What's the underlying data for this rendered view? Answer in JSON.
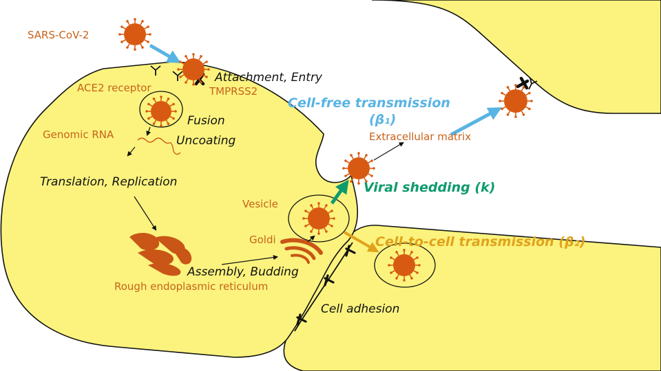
{
  "labels": {
    "sars": "SARS-CoV-2",
    "attachment": "Attachment, Entry",
    "ace2": "ACE2 receptor",
    "tmprss2": "TMPRSS2",
    "fusion": "Fusion",
    "uncoating": "Uncoating",
    "genomic_rna": "Genomic RNA",
    "translation": "Translation, Replication",
    "vesicle": "Vesicle",
    "goldi": "Goldi",
    "assembly": "Assembly, Budding",
    "rer": "Rough endoplasmic reticulum",
    "cell_adhesion": "Cell adhesion",
    "cell_free": "Cell-free transmission",
    "beta1": "(β₁)",
    "extracellular": "Extracellular matrix",
    "shedding": "Viral shedding (k)",
    "cell_to_cell": "Cell-to-cell transmission (β₂)"
  },
  "colors": {
    "cell_fill": "#fbf37e",
    "cell_stroke": "#111111",
    "virus": "#d85a12",
    "virus_spike": "#d85a12",
    "orange_text": "#c8621a",
    "black_text": "#111111",
    "blue": "#58b4e3",
    "green": "#0e9a6d",
    "gold": "#e1a21b",
    "er": "#c95517"
  }
}
